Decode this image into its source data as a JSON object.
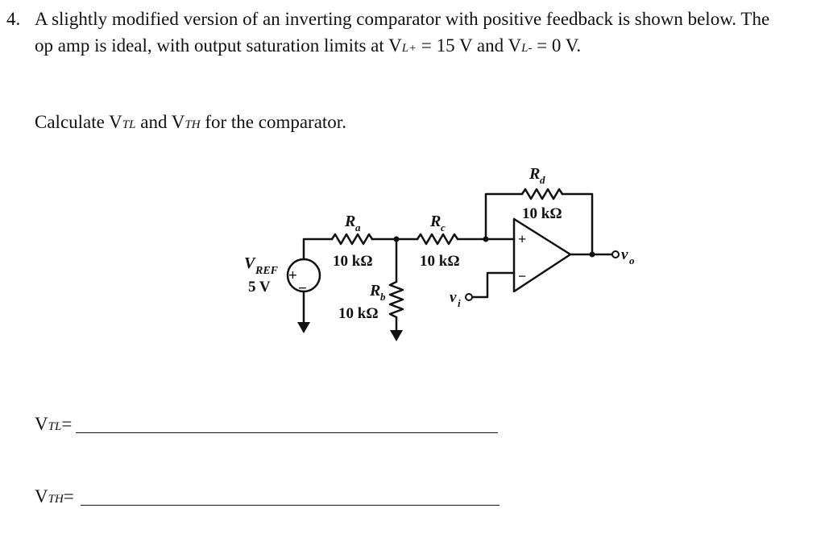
{
  "question": {
    "number": "4.",
    "line1": "A slightly modified version of an inverting comparator with positive feedback is shown below. The",
    "line2_a": "op amp is ideal, with output saturation limits at V",
    "line2_sub1": "L+",
    "line2_b": " = 15 V and V",
    "line2_sub2": "L-",
    "line2_c": " = 0 V.",
    "instr_a": "Calculate V",
    "instr_sub1": "TL",
    "instr_b": " and V",
    "instr_sub2": "TH",
    "instr_c": " for the comparator."
  },
  "circuit": {
    "vref_label": "V",
    "vref_sub": "REF",
    "vref_value": "5 V",
    "plus_sign": "+",
    "minus_sign": "−",
    "ra_label": "R",
    "ra_sub": "a",
    "ra_value": "10 kΩ",
    "rb_label": "R",
    "rb_sub": "b",
    "rb_value": "10 kΩ",
    "rc_label": "R",
    "rc_sub": "c",
    "rc_value": "10 kΩ",
    "rd_label": "R",
    "rd_sub": "d",
    "rd_value": "10 kΩ",
    "vi_label": "v",
    "vi_sub": "i",
    "vo_label": "v",
    "vo_sub": "o",
    "opamp_plus": "+",
    "opamp_minus": "−"
  },
  "answers": {
    "vtl_label": "V",
    "vtl_sub": "TL",
    "vtl_eq": "=",
    "vth_label": "V",
    "vth_sub": "TH",
    "vth_eq": "="
  }
}
